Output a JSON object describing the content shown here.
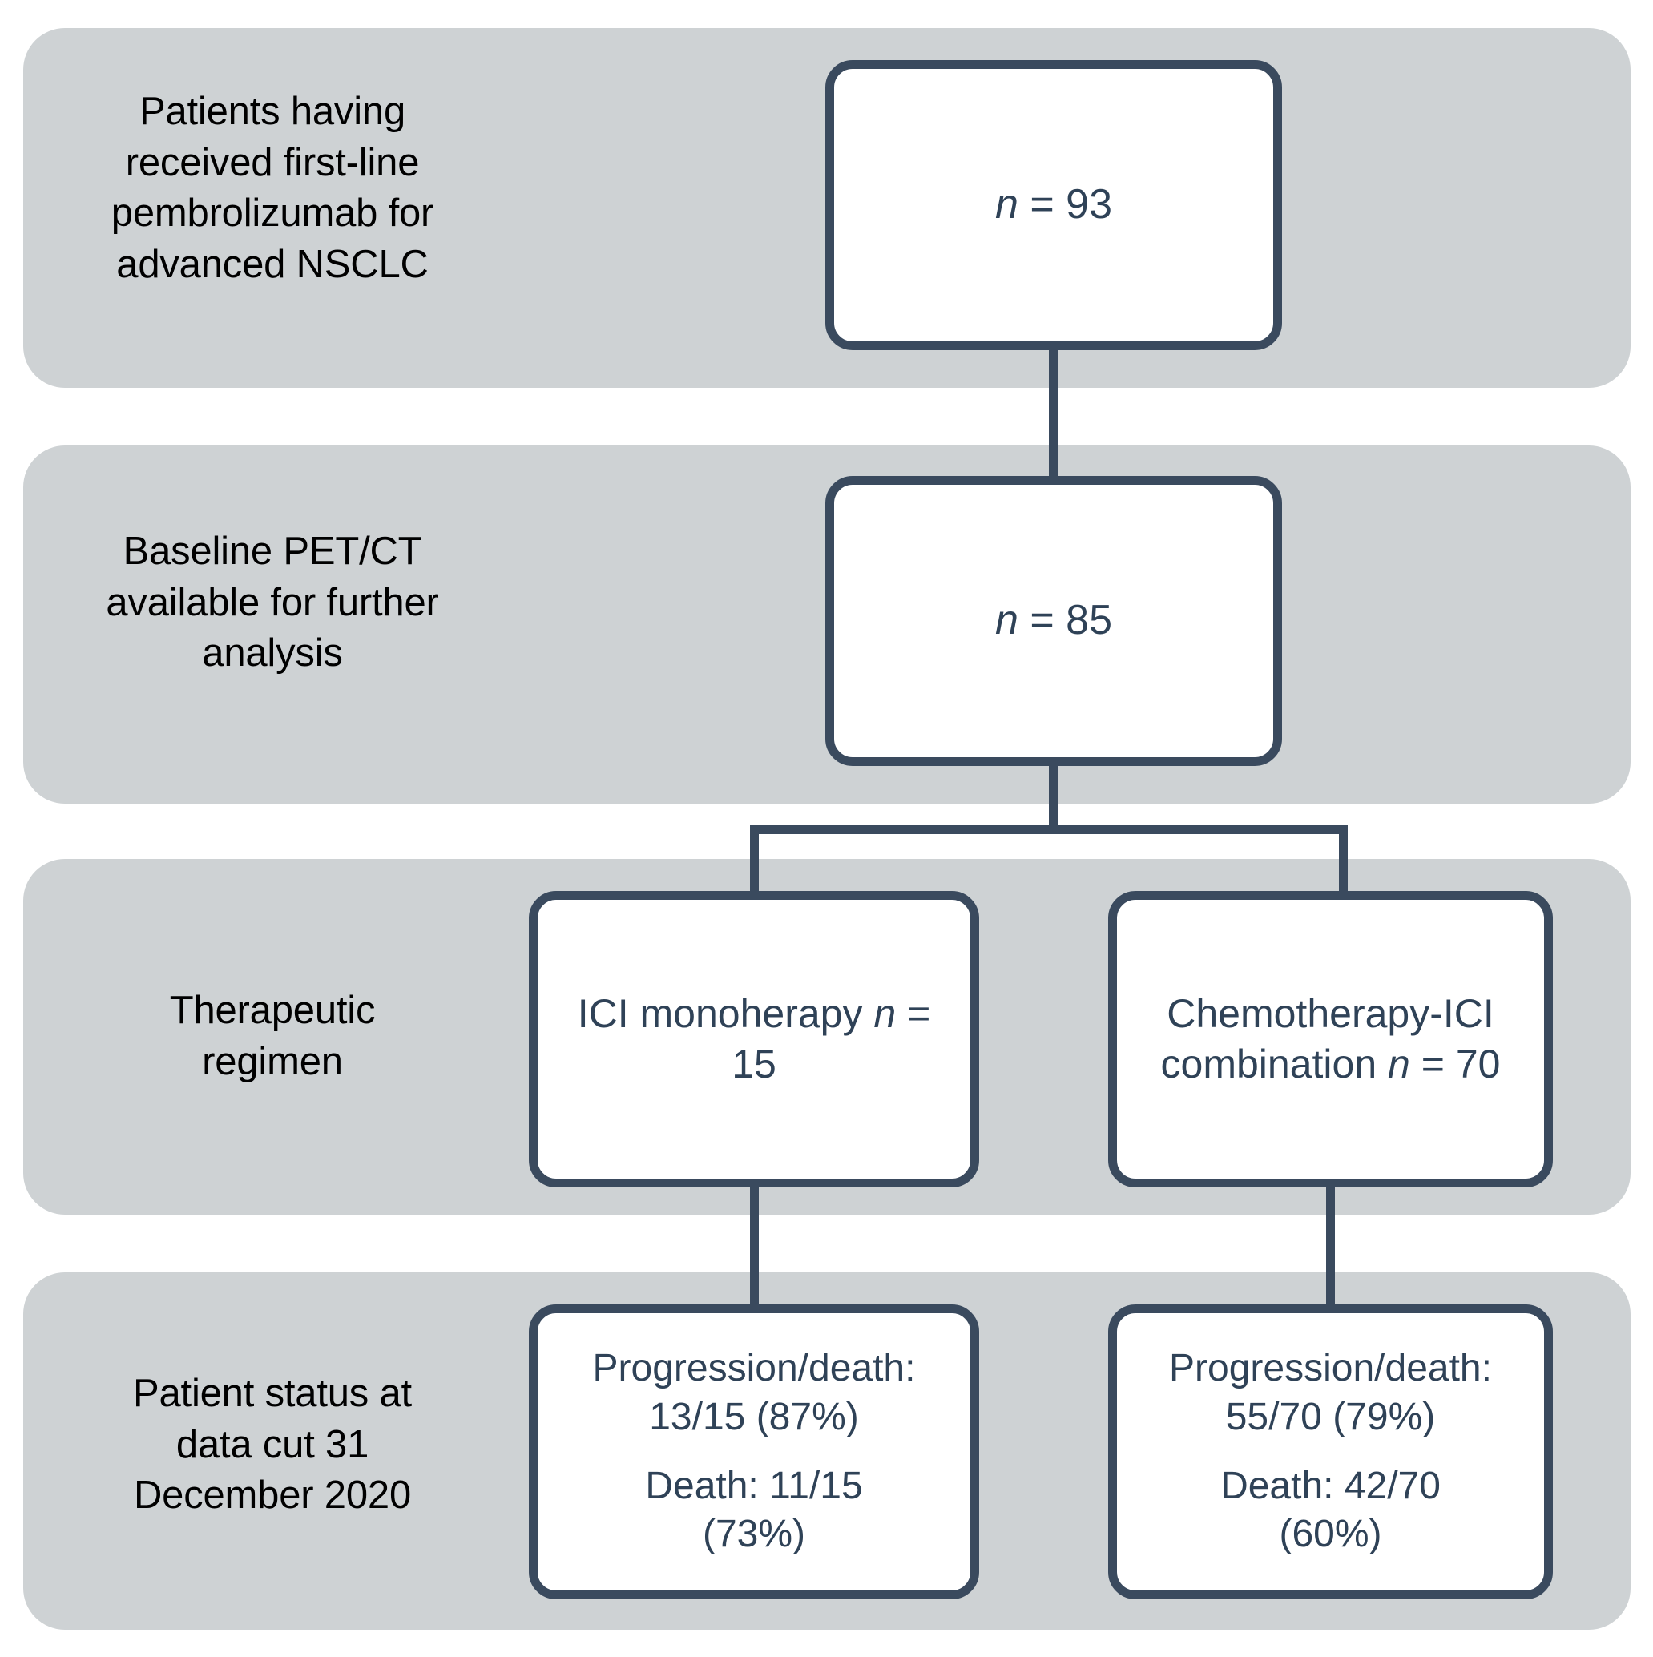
{
  "theme": {
    "band_color": "#ced2d4",
    "box_border_color": "#3a4a5e",
    "box_fill_color": "#ffffff",
    "box_text_color": "#2f4257",
    "label_text_color": "#000000",
    "connector_color": "#3a4a5e",
    "page_background": "#ffffff"
  },
  "diagram": {
    "type": "flowchart",
    "orientation": "top-down",
    "rows": [
      {
        "id": "row-enrollment",
        "label": "Patients having\nreceived first-line\npembrolizumab for\nadvanced NSCLC",
        "nodes": [
          {
            "id": "total",
            "n_label": "n",
            "equals": "=",
            "n_value": "93",
            "text": "n = 93"
          }
        ]
      },
      {
        "id": "row-imaging",
        "label": "Baseline PET/CT\navailable for further\nanalysis",
        "nodes": [
          {
            "id": "pet",
            "n_label": "n",
            "equals": "=",
            "n_value": "85",
            "text": "n = 85"
          }
        ]
      },
      {
        "id": "row-regimen",
        "label": "Therapeutic\nregimen",
        "nodes": [
          {
            "id": "mono",
            "name": "ICI monoherapy",
            "n_label": "n",
            "n_value": "15",
            "text": "ICI monoherapy n = 15"
          },
          {
            "id": "combo",
            "name": "Chemotherapy-ICI combination",
            "n_label": "n",
            "n_value": "70",
            "text": "Chemotherapy-ICI combination n = 70"
          }
        ]
      },
      {
        "id": "row-status",
        "label": "Patient status at\ndata cut 31\nDecember 2020",
        "nodes": [
          {
            "id": "status-mono",
            "progression_line": "Progression/death:\n13/15 (87%)",
            "death_line": "Death: 11/15\n(73%)",
            "progression_count": 13,
            "progression_total": 15,
            "progression_pct": "87%",
            "death_count": 11,
            "death_total": 15,
            "death_pct": "73%"
          },
          {
            "id": "status-combo",
            "progression_line": "Progression/death:\n55/70 (79%)",
            "death_line": "Death: 42/70\n(60%)",
            "progression_count": 55,
            "progression_total": 70,
            "progression_pct": "79%",
            "death_count": 42,
            "death_total": 70,
            "death_pct": "60%"
          }
        ]
      }
    ]
  }
}
